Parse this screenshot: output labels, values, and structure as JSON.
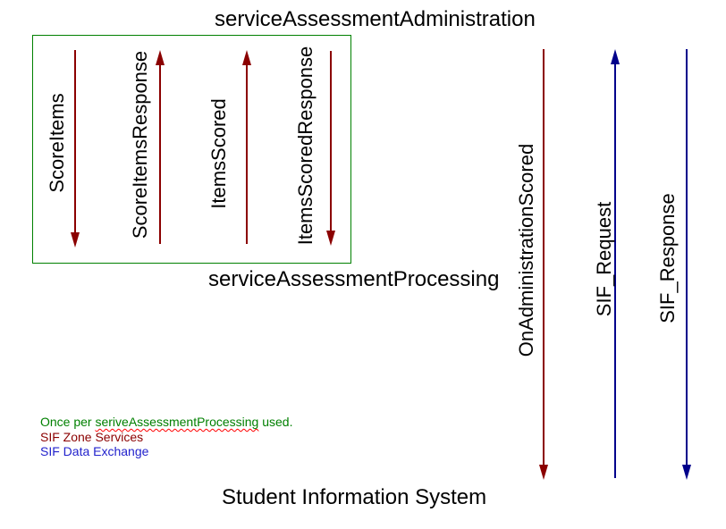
{
  "diagram": {
    "top_title": "serviceAssessmentAdministration",
    "box_title": "serviceAssessmentProcessing",
    "bottom_title": "Student Information System",
    "messages": {
      "score_items": "ScoreItems",
      "score_items_response": "ScoreItemsResponse",
      "items_scored": "ItemsScored",
      "items_scored_response": "ItemsScoredResponse",
      "on_administration_scored": "OnAdministrationScored",
      "sif_request": "SIF_Request",
      "sif_response": "SIF_Response"
    },
    "legend": {
      "line1_prefix": "Once per ",
      "line1_highlight": "seriveAssessmentProcessing",
      "line1_suffix": " used.",
      "line2": "SIF Zone Services",
      "line3": "SIF Data Exchange"
    },
    "colors": {
      "text": "#000000",
      "box_border": "#008000",
      "zone_service": "#8B0000",
      "data_exchange": "#00008B",
      "legend_green": "#008000",
      "legend_red": "#8B0000",
      "legend_blue": "#2222CC",
      "squiggle_red": "#FF0000"
    }
  }
}
